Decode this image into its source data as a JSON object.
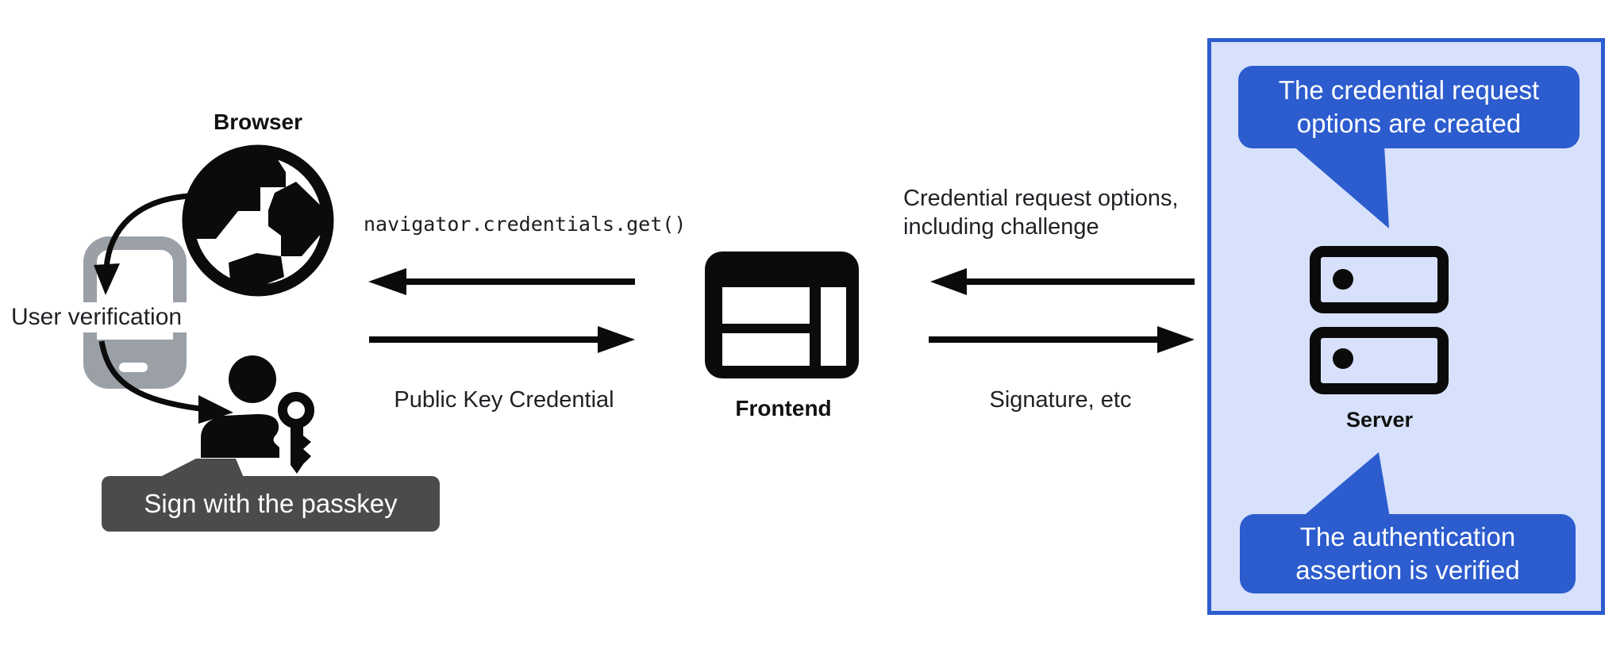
{
  "diagram": {
    "left": {
      "browser_label": "Browser",
      "user_verification_label": "User verification",
      "passkey_banner": "Sign with the passkey"
    },
    "middle": {
      "code_call": "navigator.credentials.get()",
      "public_key_credential": "Public Key Credential",
      "frontend_label": "Frontend"
    },
    "right": {
      "credential_request_line1": "Credential request options,",
      "credential_request_line2": "including challenge",
      "signature_label": "Signature, etc",
      "server_label": "Server",
      "bubble_top_line1": "The credential request",
      "bubble_top_line2": "options are created",
      "bubble_bottom_line1": "The authentication",
      "bubble_bottom_line2": "assertion is verified"
    },
    "colors": {
      "accent_blue": "#2c5cce",
      "panel_fill": "#d7e1fb",
      "banner_gray": "#4b4b4d",
      "phone_gray": "#9aa0a6"
    }
  }
}
